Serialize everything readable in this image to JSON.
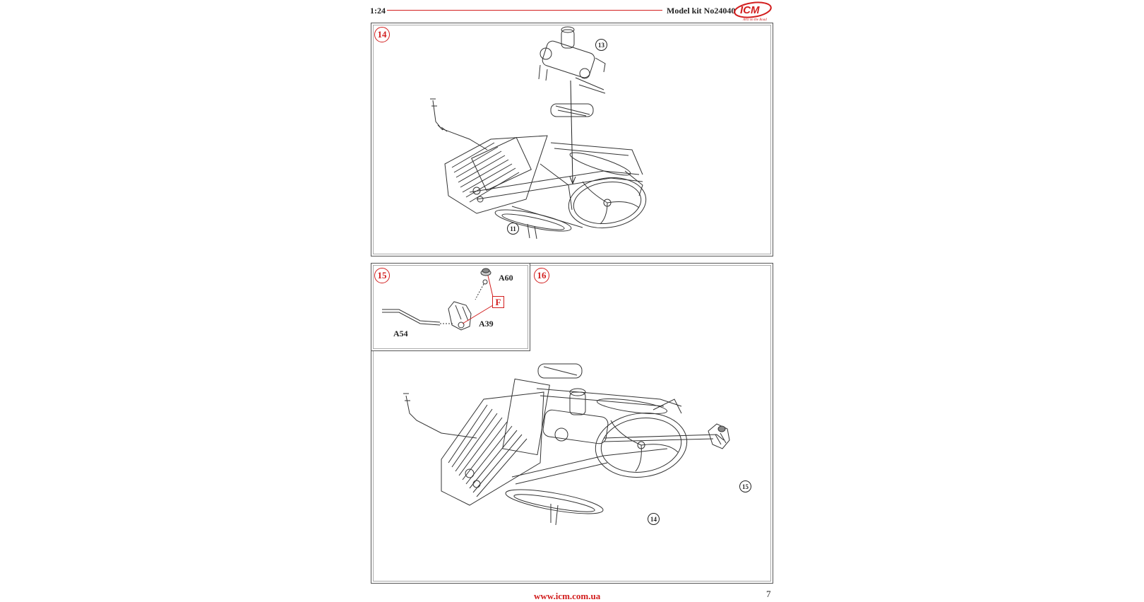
{
  "header": {
    "scale": "1:24",
    "model_kit": "Model kit No24040",
    "logo_text": "ICM",
    "logo_tagline": "Arts on the Road",
    "accent_color": "#d21e1e"
  },
  "steps": [
    {
      "number": "14",
      "refs": [
        "13",
        "11"
      ]
    },
    {
      "number": "15",
      "parts": [
        "A60",
        "A39",
        "A54"
      ],
      "paint_code": "F"
    },
    {
      "number": "16",
      "refs": [
        "15",
        "14"
      ]
    }
  ],
  "footer": {
    "url": "www.icm.com.ua",
    "page_number": "7"
  }
}
